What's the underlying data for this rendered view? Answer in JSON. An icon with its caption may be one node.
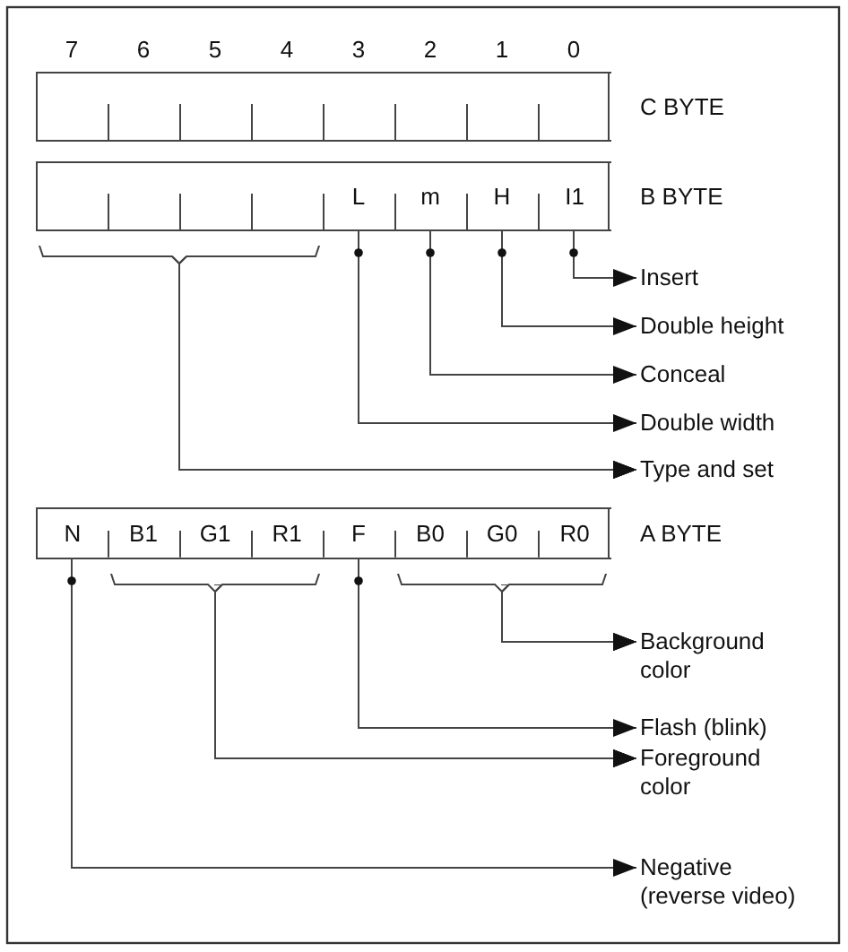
{
  "diagram": {
    "nodes": [
      {
        "text": [],
        "shape": "box",
        "beside": [
          "C BYTE"
        ]
      },
      {
        "text": [],
        "shape": "box",
        "in": 0
      },
      {
        "text": [],
        "shape": "box",
        "in": 0
      },
      {
        "text": [],
        "shape": "box",
        "in": 0
      },
      {
        "text": [],
        "shape": "box",
        "in": 0
      },
      {
        "text": [],
        "shape": "box",
        "in": 0
      },
      {
        "text": [],
        "shape": "box",
        "in": 0
      },
      {
        "text": [],
        "shape": "box",
        "in": 0
      },
      {
        "text": [],
        "shape": "box",
        "in": 0
      },
      {
        "text": [],
        "shape": "box",
        "beside": [
          "B BYTE"
        ]
      },
      {
        "text": [],
        "shape": "box",
        "in": 9
      },
      {
        "text": [],
        "shape": "box",
        "in": 9
      },
      {
        "text": [],
        "shape": "box",
        "in": 9
      },
      {
        "text": [],
        "shape": "box",
        "in": 9
      },
      {
        "text": [
          "L"
        ],
        "in": 9
      },
      {
        "text": [
          "m"
        ],
        "in": 9
      },
      {
        "text": [
          "H"
        ],
        "in": 9
      },
      {
        "text": [
          "I1"
        ],
        "in": 9
      },
      {
        "text": [
          "Insert"
        ]
      },
      {
        "text": [
          "Double height"
        ]
      },
      {
        "text": [
          "Conceal"
        ]
      },
      {
        "text": [
          "Double width"
        ]
      },
      {
        "text": [
          "Type and set"
        ]
      },
      {
        "text": [],
        "shape": "box",
        "beside": [
          "A BYTE"
        ]
      },
      {
        "text": [
          "N"
        ],
        "in": 23
      },
      {
        "text": [
          "B1"
        ],
        "in": 23
      },
      {
        "text": [
          "G1"
        ],
        "in": 23
      },
      {
        "text": [
          "R1"
        ],
        "in": 23
      },
      {
        "text": [
          "F"
        ],
        "in": 23
      },
      {
        "text": [
          "B0"
        ],
        "in": 23
      },
      {
        "text": [
          "G0"
        ],
        "in": 23
      },
      {
        "text": [
          "R0"
        ],
        "in": 23
      },
      {
        "text": [
          "Background color"
        ]
      },
      {
        "text": [
          "Flash (blink)"
        ]
      },
      {
        "text": [
          "Foreground color"
        ]
      },
      {
        "text": [
          "Negative (reverse video)"
        ]
      }
    ],
    "edges": [
      {
        "from": 17,
        "to": 18,
        "arrow": "to"
      },
      {
        "from": 16,
        "to": 19,
        "arrow": "to"
      },
      {
        "from": 15,
        "to": 20,
        "arrow": "to"
      },
      {
        "from": 14,
        "to": 21,
        "arrow": "to"
      },
      {
        "from": 10,
        "to": 22,
        "arrow": "to"
      },
      {
        "from": 11,
        "to": 22,
        "arrow": "to"
      },
      {
        "from": 12,
        "to": 22,
        "arrow": "to"
      },
      {
        "from": 13,
        "to": 22,
        "arrow": "to"
      },
      {
        "from": 29,
        "to": 32,
        "arrow": "to"
      },
      {
        "from": 30,
        "to": 32,
        "arrow": "to"
      },
      {
        "from": 31,
        "to": 32,
        "arrow": "to"
      },
      {
        "from": 28,
        "to": 33,
        "arrow": "to"
      },
      {
        "from": 25,
        "to": 34,
        "arrow": "to"
      },
      {
        "from": 26,
        "to": 34,
        "arrow": "to"
      },
      {
        "from": 27,
        "to": 34,
        "arrow": "to"
      },
      {
        "from": 24,
        "to": 35,
        "arrow": "to"
      }
    ],
    "labels": [
      "7",
      "6",
      "5",
      "4",
      "3",
      "2",
      "1",
      "0"
    ]
  }
}
